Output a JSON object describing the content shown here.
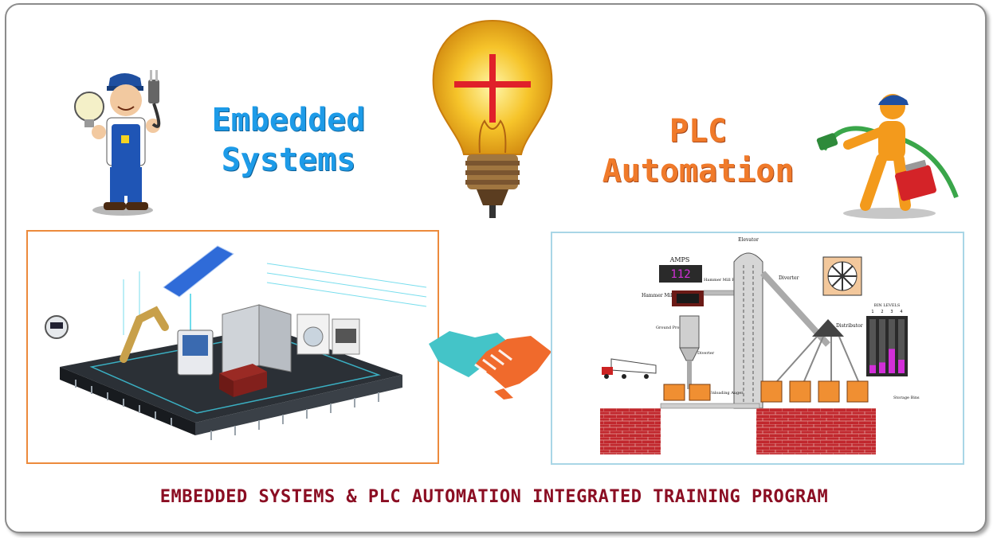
{
  "header": {
    "left_title_line1": "Embedded",
    "left_title_line2": "Systems",
    "right_title_line1": "PLC",
    "right_title_line2": "Automation"
  },
  "plc_diagram": {
    "amps_label": "AMPS",
    "amps_value": "112",
    "hammer_mill": "Hammer Mill",
    "hammer_mill_feed_auger": "Hammer Mill Feed Auger",
    "elevator": "Elevator",
    "diverter_top": "Diverter",
    "diverter_bottom": "Diverter",
    "ground_product_bin": "Ground Product Bin",
    "distributor": "Distributor",
    "bin_levels": "BIN LEVELS",
    "bin_numbers": [
      "1",
      "2",
      "3",
      "4"
    ],
    "bin_levels_values": [
      0.15,
      0.2,
      0.45,
      0.25
    ],
    "truck_unloading_auger": "Truck Unloading Auger",
    "storage_bins": "Storage Bins"
  },
  "footer": {
    "program_title": "EMBEDDED SYSTEMS & PLC AUTOMATION INTEGRATED TRAINING PROGRAM"
  },
  "colors": {
    "embedded_blue": "#1d9be8",
    "plc_orange": "#f07a2a",
    "footer_maroon": "#8b0e23",
    "box_left_border": "#ec8a3c",
    "box_right_border": "#a9d6e6"
  }
}
